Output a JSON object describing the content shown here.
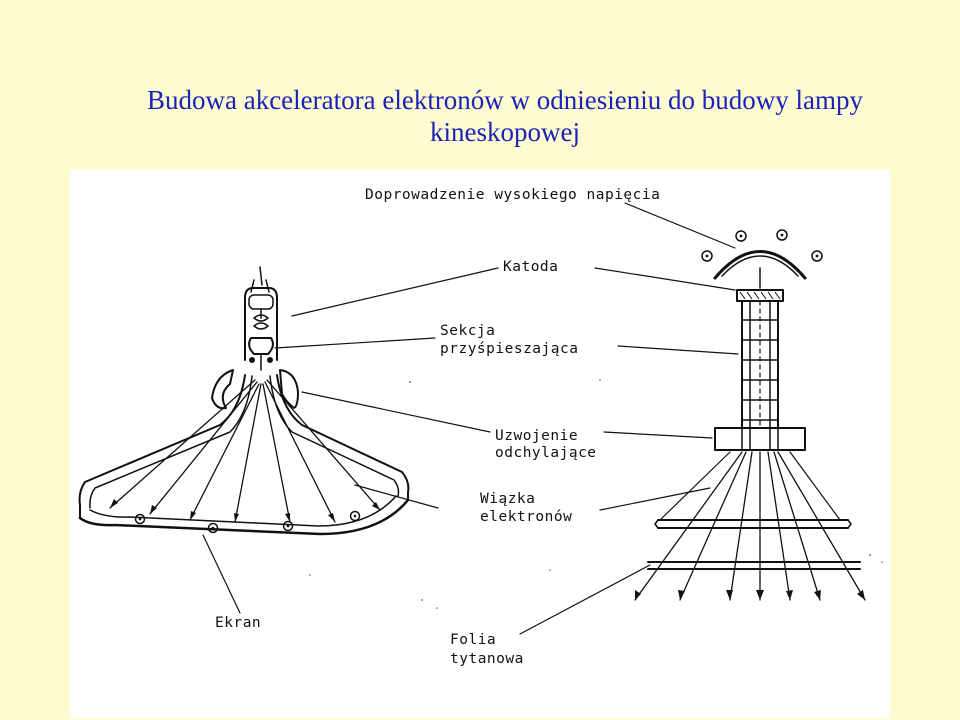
{
  "title": {
    "line1": "Budowa akceleratora elektronów w odniesieniu do budowy lampy",
    "line2": "kineskopowej"
  },
  "labels": {
    "high_voltage": "Doprowadzenie wysokiego napięcia",
    "cathode": "Katoda",
    "accel_1": "Sekcja",
    "accel_2": "przyśpieszająca",
    "deflect_1": "Uzwojenie",
    "deflect_2": "odchylające",
    "beam_1": "Wiązka",
    "beam_2": "elektronów",
    "screen": "Ekran",
    "foil_1": "Folia",
    "foil_2": "tytanowa"
  }
}
